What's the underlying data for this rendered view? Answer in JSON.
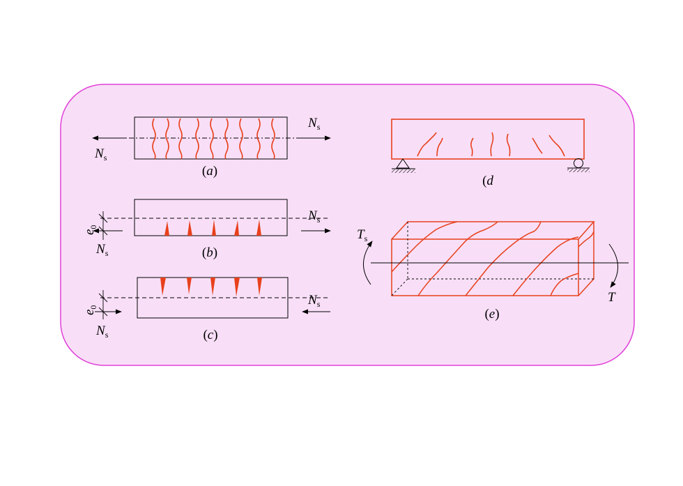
{
  "colors": {
    "panel_fill": "#f8dff7",
    "panel_border": "#e040d8",
    "crack": "#e8401c",
    "outline": "#000000"
  },
  "captions": {
    "a": "a",
    "b": "b",
    "c": "c",
    "d": "d",
    "e": "e"
  },
  "labels": {
    "axial_force": "N",
    "axial_force_sub": "s",
    "eccentricity": "e",
    "eccentricity_sub": "0",
    "torque": "T",
    "torque_s": "T",
    "torque_s_sub": "s"
  },
  "icons": {
    "pin_support": "pin-support-icon",
    "roller_support": "roller-support-icon"
  }
}
